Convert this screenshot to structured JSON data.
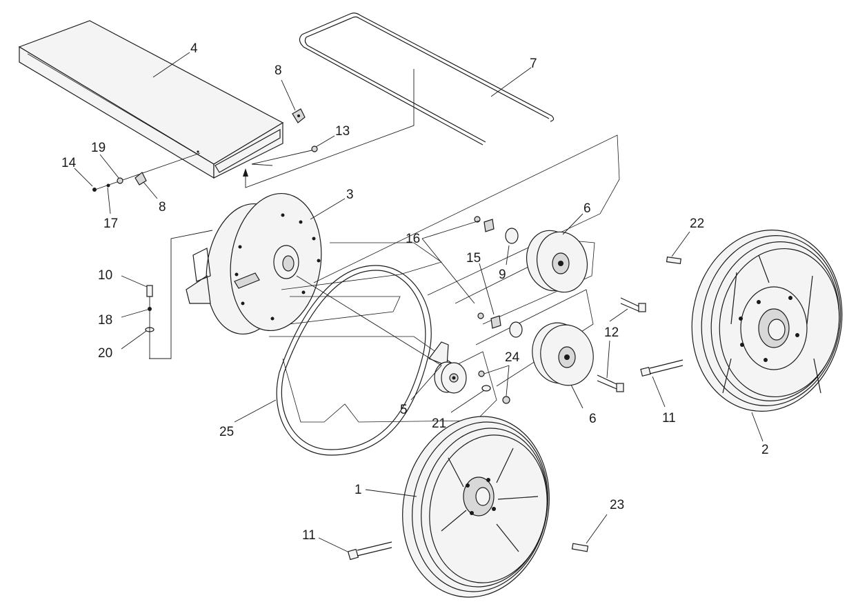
{
  "callouts": [
    {
      "id": "c4",
      "text": "4"
    },
    {
      "id": "c8a",
      "text": "8"
    },
    {
      "id": "c7",
      "text": "7"
    },
    {
      "id": "c13",
      "text": "13"
    },
    {
      "id": "c19",
      "text": "19"
    },
    {
      "id": "c14",
      "text": "14"
    },
    {
      "id": "c8b",
      "text": "8"
    },
    {
      "id": "c17",
      "text": "17"
    },
    {
      "id": "c3",
      "text": "3"
    },
    {
      "id": "c6a",
      "text": "6"
    },
    {
      "id": "c16",
      "text": "16"
    },
    {
      "id": "c22",
      "text": "22"
    },
    {
      "id": "c15",
      "text": "15"
    },
    {
      "id": "c9",
      "text": "9"
    },
    {
      "id": "c10",
      "text": "10"
    },
    {
      "id": "c18",
      "text": "18"
    },
    {
      "id": "c20",
      "text": "20"
    },
    {
      "id": "c12",
      "text": "12"
    },
    {
      "id": "c24",
      "text": "24"
    },
    {
      "id": "c11a",
      "text": "11"
    },
    {
      "id": "c5",
      "text": "5"
    },
    {
      "id": "c21",
      "text": "21"
    },
    {
      "id": "c6b",
      "text": "6"
    },
    {
      "id": "c25",
      "text": "25"
    },
    {
      "id": "c2",
      "text": "2"
    },
    {
      "id": "c1",
      "text": "1"
    },
    {
      "id": "c23",
      "text": "23"
    },
    {
      "id": "c11b",
      "text": "11"
    }
  ]
}
